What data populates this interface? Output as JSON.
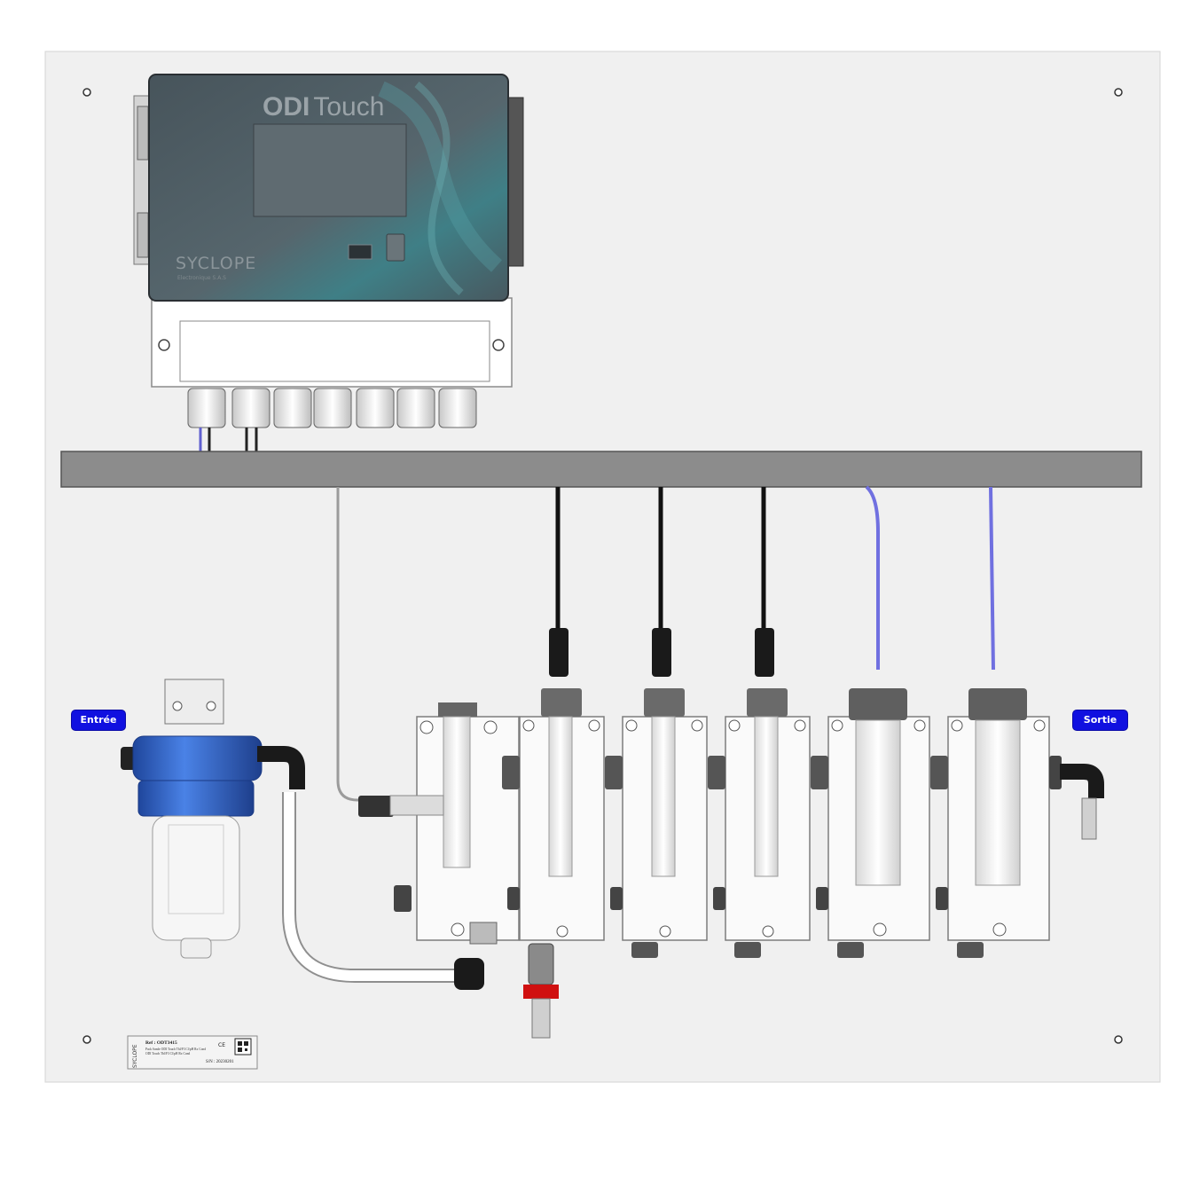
{
  "controller": {
    "brand_title_bold": "ODI",
    "brand_title_light": "Touch",
    "maker": "SYCLOPE",
    "maker_sub": "Electronique S.A.S"
  },
  "labels": {
    "inlet": "Entrée",
    "outlet": "Sortie"
  },
  "nameplate": {
    "ref": "Ref : ODT3415",
    "desc_line1": "Pack Sonde ODI Touch Tbl/F3 Cl/pH Rx Cond",
    "desc_line2": "ODI Touch Tbl/F3 Cl/pH Rx Cond",
    "serial": "S/N : 20230201",
    "maker_vertical": "SYCLOPE",
    "marks": "CE"
  },
  "colors": {
    "panel": "#f0f0f0",
    "rail": "#8c8c8c",
    "housing": "#4f5b62",
    "filter_blue": "#2f62c8",
    "badge": "#1010e0",
    "cable_blue": "#7070e0",
    "cable_black": "#111111",
    "valve_red": "#d01010"
  }
}
